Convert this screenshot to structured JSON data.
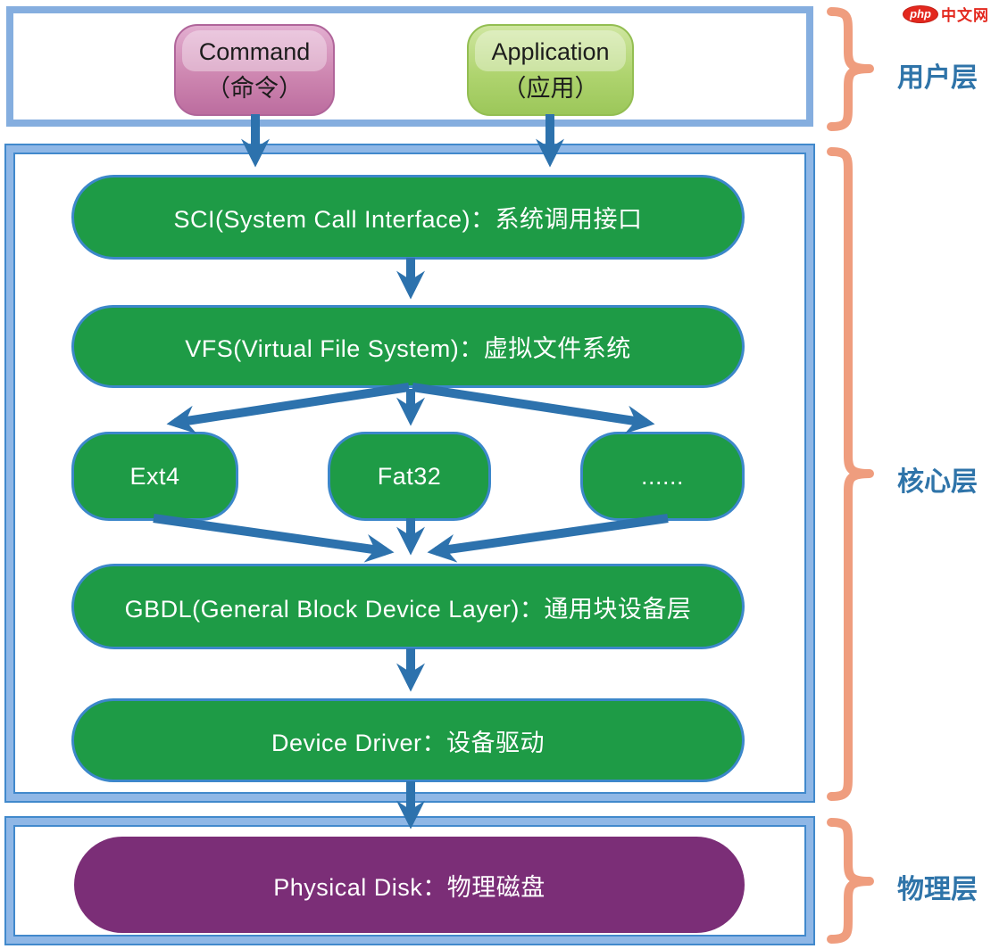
{
  "logo": {
    "php": "php",
    "site": "中文网"
  },
  "layers": {
    "user": {
      "label": "用户层"
    },
    "core": {
      "label": "核心层"
    },
    "physical": {
      "label": "物理层"
    }
  },
  "nodes": {
    "command": {
      "line1": "Command",
      "line2": "（命令）"
    },
    "application": {
      "line1": "Application",
      "line2": "（应用）"
    },
    "sci": {
      "label": "SCI(System Call Interface)：系统调用接口"
    },
    "vfs": {
      "label": "VFS(Virtual File System)：虚拟文件系统"
    },
    "ext4": {
      "label": "Ext4"
    },
    "fat32": {
      "label": "Fat32"
    },
    "others": {
      "label": "......"
    },
    "gbdl": {
      "label": "GBDL(General Block Device Layer)：通用块设备层"
    },
    "device_driver": {
      "label": "Device Driver：设备驱动"
    },
    "physical_disk": {
      "label": "Physical Disk：物理磁盘"
    }
  },
  "colors": {
    "node_green": "#1E9B46",
    "node_purple": "#7B2E77",
    "command_pink": "#CE87B1",
    "application_green": "#AFD46F",
    "node_border_blue": "#3C87CA",
    "container_border_light": "#8FB7E6",
    "container_border_dark": "#4189CC",
    "arrow_blue": "#2D72AD",
    "brace_salmon": "#EF9D7E",
    "label_blue": "#2F74A9",
    "logo_red": "#E3281E"
  }
}
